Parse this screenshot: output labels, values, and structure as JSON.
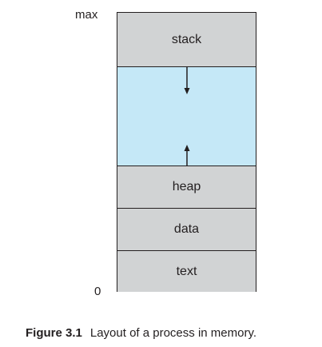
{
  "axis": {
    "top_label": "max",
    "bottom_label": "0"
  },
  "segments": {
    "stack": "stack",
    "free": "",
    "heap": "heap",
    "data": "data",
    "text": "text"
  },
  "colors": {
    "segment_fill": "#d1d3d4",
    "free_space_fill": "#c5e8f7",
    "outline": "#231f20"
  },
  "caption": {
    "figure_number": "Figure 3.1",
    "text": "Layout of a process in memory."
  }
}
